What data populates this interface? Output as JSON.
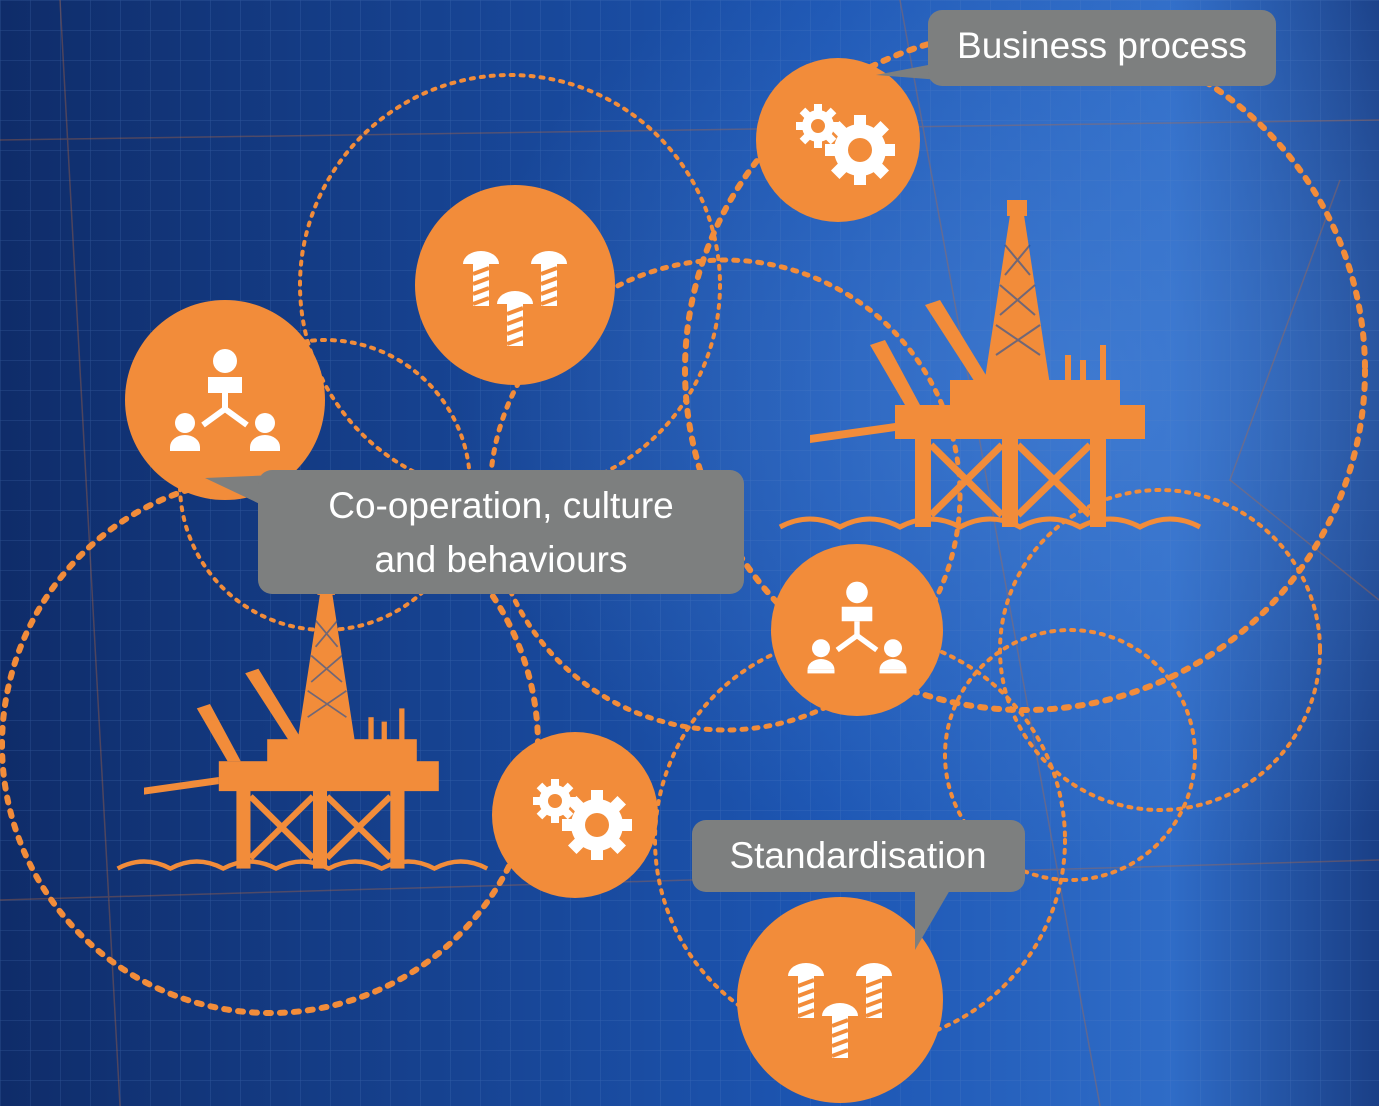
{
  "colors": {
    "accent": "#F28C3A",
    "background_dark": "#0d2a63",
    "background_light": "#2f6cc7",
    "callout_fill": "#7d7f7f",
    "icon_white": "#ffffff"
  },
  "callouts": {
    "business_process": "Business process",
    "cooperation_line1": "Co-operation, culture",
    "cooperation_line2": "and behaviours",
    "standardisation": "Standardisation"
  },
  "icons": [
    "gears-icon",
    "bolts-icon",
    "org-chart-icon",
    "oil-rig-icon"
  ]
}
